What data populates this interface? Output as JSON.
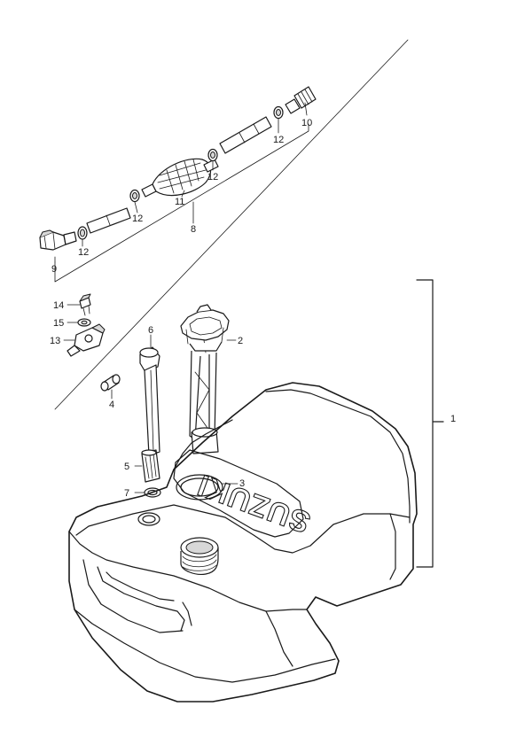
{
  "callouts": {
    "c1": "1",
    "c2": "2",
    "c3": "3",
    "c4": "4",
    "c5": "5",
    "c6": "6",
    "c7": "7",
    "c8": "8",
    "c9": "9",
    "c10": "10",
    "c11": "11",
    "c12a": "12",
    "c12b": "12",
    "c12c": "12",
    "c12d": "12",
    "c13": "13",
    "c14": "14",
    "c15": "15"
  },
  "tank_embossing": "SUZUKI",
  "colors": {
    "line": "#1a1a1a",
    "background": "#ffffff"
  }
}
